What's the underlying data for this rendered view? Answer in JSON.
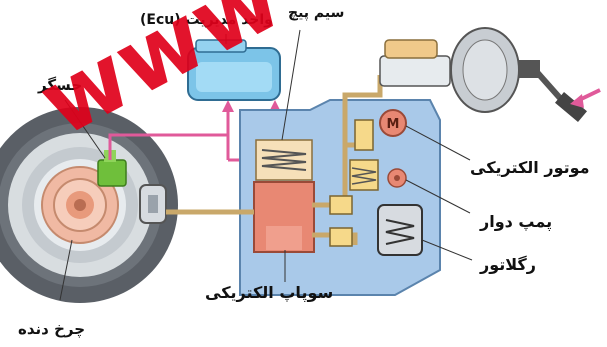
{
  "labels": {
    "ecu": "واحد مدیریت (Ecu)",
    "coil": "سیم پیچ",
    "sensor": "حسگر",
    "motor": "موتور الکتریکی",
    "pump": "پمپ دوار",
    "regulator": "رگلاتور",
    "valve": "سوپاپ الکتریکی",
    "gear": "چرخ دنده"
  },
  "watermark": "www",
  "colors": {
    "wheel_dark": "#5a5f66",
    "disc_light": "#d8dde0",
    "hub_peach": "#f0b9a3",
    "ecu_blue": "#7cc4e8",
    "body_blue": "#a9c9e9",
    "valve_red": "#e88873",
    "wire_pink": "#e05a9a",
    "pipe_tan": "#c9a86a",
    "sensor_green": "#6fbf3b",
    "watermark_red": "#e0001a"
  }
}
